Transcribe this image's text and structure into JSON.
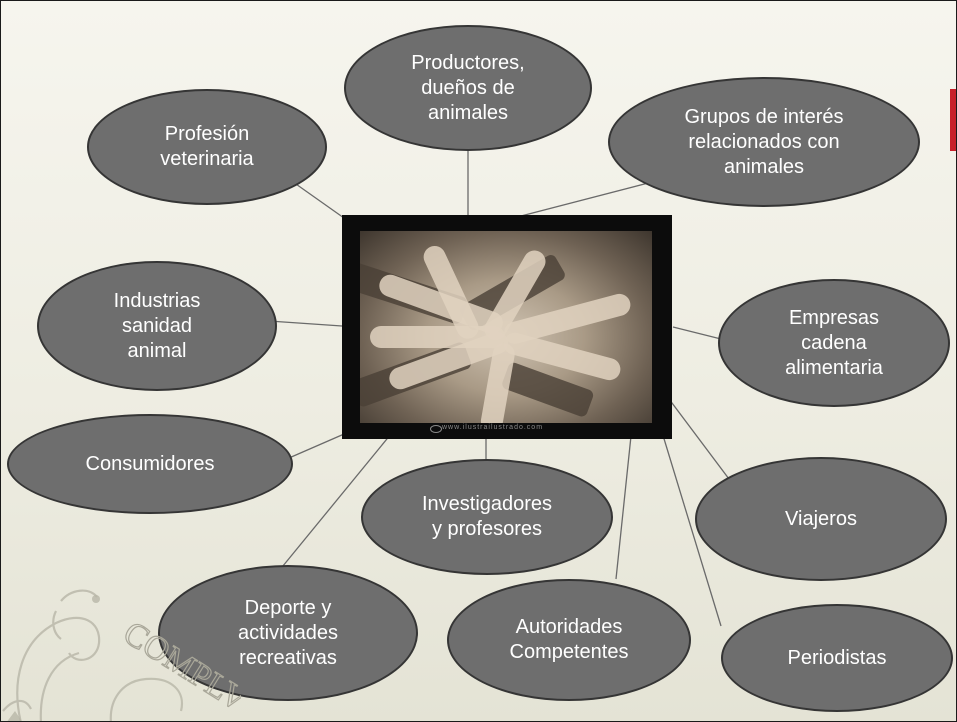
{
  "nodes": {
    "productores": "Productores,\ndueños de\nanimales",
    "profesion": "Profesión\nveterinaria",
    "grupos": "Grupos de interés\nrelacionados con\nanimales",
    "industrias": "Industrias\nsanidad\nanimal",
    "empresas": "Empresas\ncadena\nalimentaria",
    "consumidores": "Consumidores",
    "investigadores": "Investigadores\ny profesores",
    "viajeros": "Viajeros",
    "deporte": "Deporte y\nactividades\nrecreativas",
    "autoridades": "Autoridades\nCompetentes",
    "periodistas": "Periodistas"
  },
  "center_image": {
    "description_icon": "hands-together-photo",
    "watermark": "www.ilustrailustrado.com"
  },
  "seal": {
    "text": "COMPLV"
  },
  "colors": {
    "node_fill": "#6e6e6e",
    "node_border": "#353535",
    "line": "#6a6a6a",
    "accent": "#c8202a"
  }
}
